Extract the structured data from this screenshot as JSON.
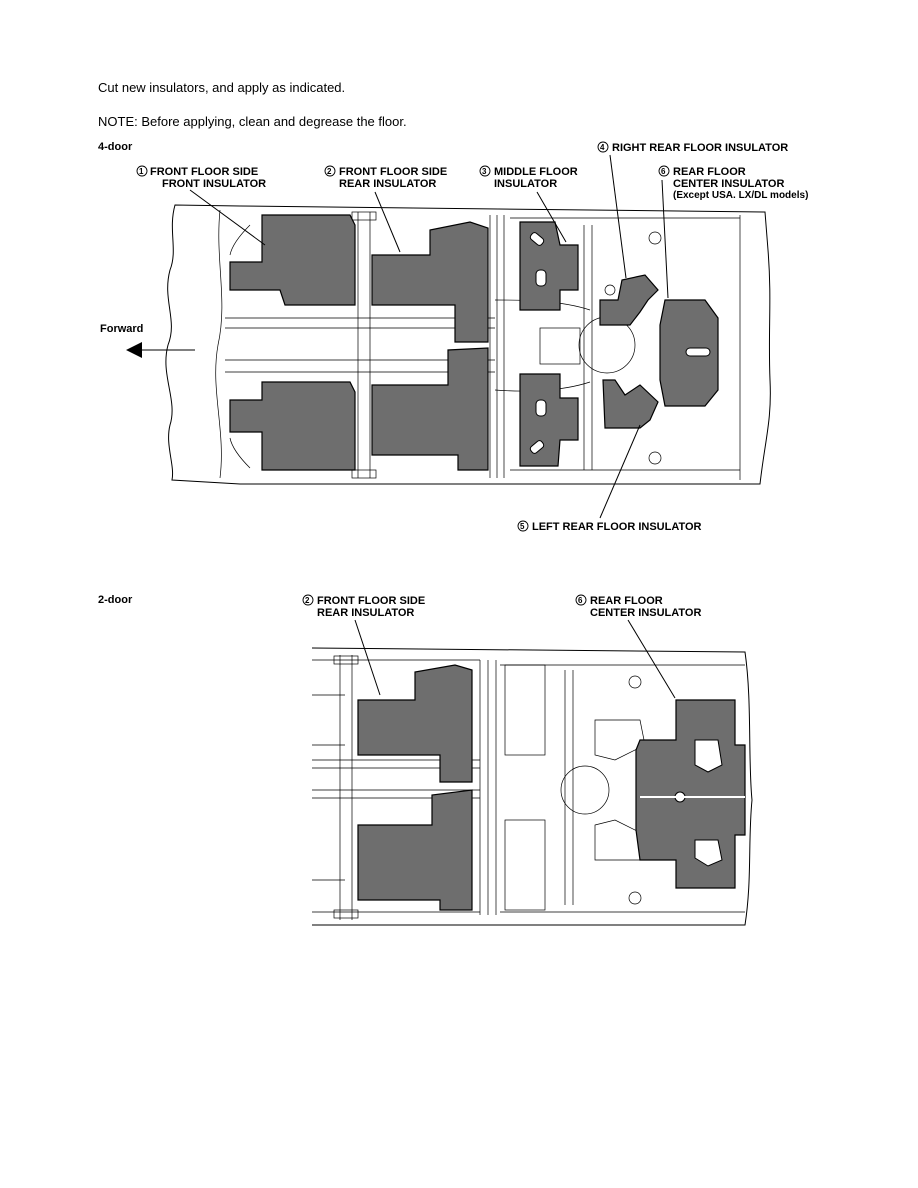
{
  "intro": {
    "line1": "Cut new insulators, and apply as indicated.",
    "line2": "NOTE: Before applying, clean and degrease the floor."
  },
  "four_door": {
    "label": "4-door",
    "forward": "Forward",
    "callouts": {
      "c1": {
        "num": "1",
        "line1": "FRONT FLOOR SIDE",
        "line2": "FRONT INSULATOR"
      },
      "c2": {
        "num": "2",
        "line1": "FRONT FLOOR SIDE",
        "line2": "REAR INSULATOR"
      },
      "c3": {
        "num": "3",
        "line1": "MIDDLE FLOOR",
        "line2": "INSULATOR"
      },
      "c4": {
        "num": "4",
        "line1": "RIGHT REAR FLOOR INSULATOR"
      },
      "c5": {
        "num": "5",
        "line1": "LEFT REAR FLOOR INSULATOR"
      },
      "c6": {
        "num": "6",
        "line1": "REAR FLOOR",
        "line2": "CENTER INSULATOR",
        "line3": "(Except USA. LX/DL models)"
      }
    }
  },
  "two_door": {
    "label": "2-door",
    "callouts": {
      "c2": {
        "num": "2",
        "line1": "FRONT FLOOR SIDE",
        "line2": "REAR INSULATOR"
      },
      "c6": {
        "num": "6",
        "line1": "REAR FLOOR",
        "line2": "CENTER INSULATOR"
      }
    }
  },
  "colors": {
    "insulator": "#6e6e6e",
    "line": "#000000"
  }
}
